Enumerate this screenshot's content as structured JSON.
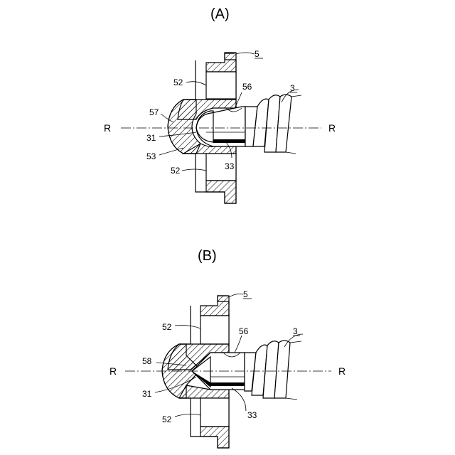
{
  "figure_a": {
    "caption": "(A)",
    "axis_left": "R",
    "axis_right": "R",
    "labels": {
      "n5": "5",
      "n52_top": "52",
      "n56": "56",
      "n3": "3",
      "n57": "57",
      "n31": "31",
      "n53": "53",
      "n33": "33",
      "n52_bottom": "52"
    }
  },
  "figure_b": {
    "caption": "(B)",
    "axis_left": "R",
    "axis_right": "R",
    "labels": {
      "n5": "5",
      "n52_top": "52",
      "n56": "56",
      "n3": "3",
      "n58": "58",
      "n31": "31",
      "n33": "33",
      "n52_bottom": "52"
    }
  }
}
